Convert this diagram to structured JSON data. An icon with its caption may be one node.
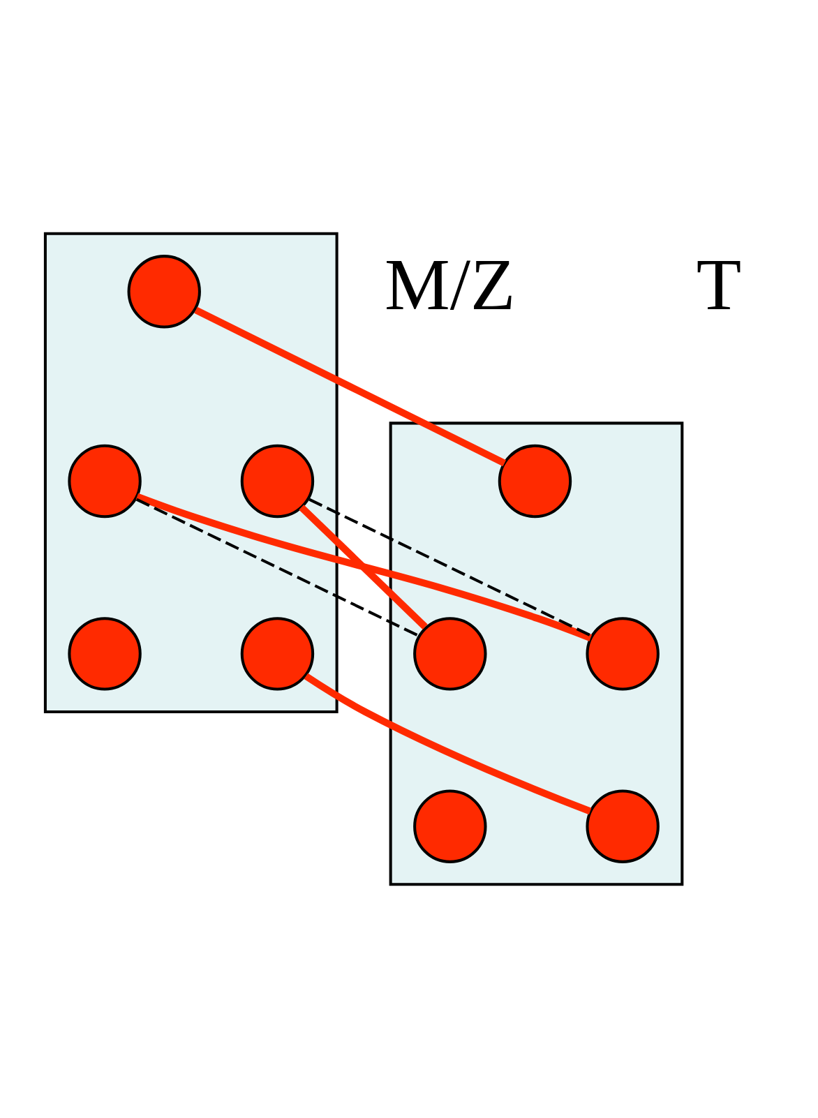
{
  "diagram": {
    "nodes": [
      {
        "text": [],
        "shape": "band"
      },
      {
        "text": [],
        "shape": "circle",
        "in": 0
      },
      {
        "text": [],
        "shape": "circle",
        "in": 0
      },
      {
        "text": [],
        "shape": "circle",
        "in": 0
      },
      {
        "text": [],
        "shape": "circle",
        "in": 0
      },
      {
        "text": [],
        "shape": "circle",
        "in": 0
      },
      {
        "text": [],
        "shape": "band"
      },
      {
        "text": [],
        "shape": "circle",
        "in": 6
      },
      {
        "text": [],
        "shape": "circle",
        "in": 6
      },
      {
        "text": [],
        "shape": "circle",
        "in": 6
      },
      {
        "text": [],
        "shape": "circle",
        "in": 6
      },
      {
        "text": [],
        "shape": "circle",
        "in": 6
      }
    ],
    "edges": [
      {
        "from": 1,
        "to": 7,
        "arrow": "none"
      },
      {
        "from": 2,
        "to": 8,
        "arrow": "none"
      },
      {
        "from": 3,
        "to": 9,
        "arrow": "none"
      },
      {
        "from": 4,
        "to": 10,
        "arrow": "none"
      },
      {
        "from": 2,
        "to": 9,
        "arrow": "none",
        "style": "dashed",
        "color": "#000000"
      },
      {
        "from": 3,
        "to": 8,
        "arrow": "none",
        "style": "dashed",
        "color": "#000000"
      }
    ],
    "labels": [
      "M/Z",
      "T"
    ]
  }
}
